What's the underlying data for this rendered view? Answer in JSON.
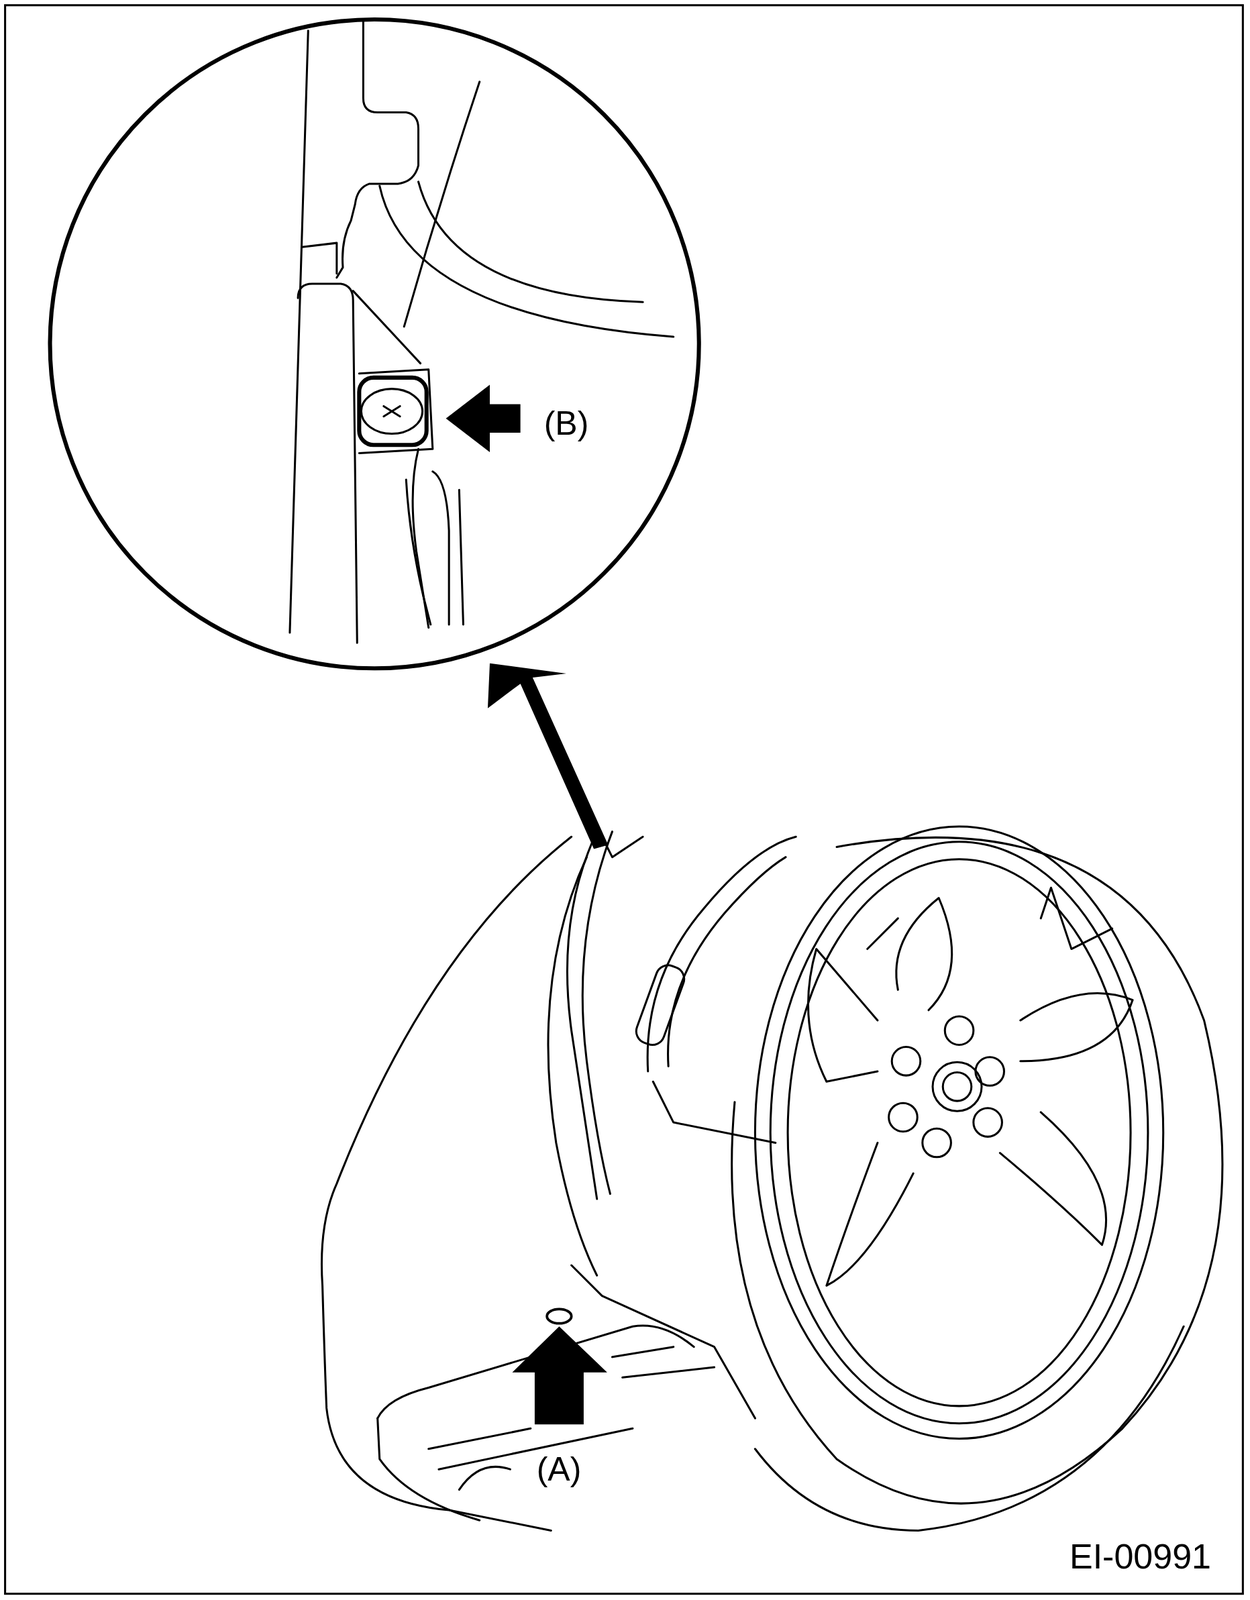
{
  "diagram": {
    "labels": [
      "(B)",
      "(A)",
      "EI-00991"
    ]
  }
}
